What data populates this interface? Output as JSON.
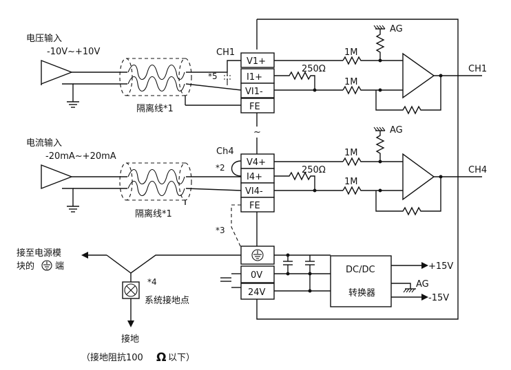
{
  "voltage_input": {
    "title": "电压输入",
    "range": "-10V~+10V"
  },
  "current_input": {
    "title": "电流输入",
    "range": "-20mA~+20mA"
  },
  "shielded_cable_label": "隔离线*1",
  "channel_labels": {
    "ch1": "CH1",
    "ch4": "Ch4"
  },
  "terminals_ch1": [
    "V1+",
    "I1+",
    "VI1-",
    "FE"
  ],
  "terminals_ch4": [
    "V4+",
    "I4+",
    "VI4-",
    "FE"
  ],
  "resistors": {
    "shunt": "250Ω",
    "input": "1M"
  },
  "analog_ground": "AG",
  "outputs": {
    "ch1": "CH1",
    "ch4": "CH4"
  },
  "notes": {
    "n2": "*2",
    "n3": "*3",
    "n4": "*4",
    "n5": "*5"
  },
  "power_terminals": [
    "0V",
    "24V"
  ],
  "converter": {
    "line1": "DC/DC",
    "line2": "转换器"
  },
  "supply": {
    "plus": "+15V",
    "minus": "-15V"
  },
  "ground_connection": {
    "to_power_module_line1": "接至电源模",
    "to_power_module_line2_a": "块的",
    "to_power_module_line2_b": "端",
    "system_ground_point": "系统接地点",
    "earth": "接地",
    "resistance_note_a": "（接地阻抗100",
    "resistance_note_omega": "Ω",
    "resistance_note_b": "以下）"
  },
  "ellipsis_symbol": "~"
}
